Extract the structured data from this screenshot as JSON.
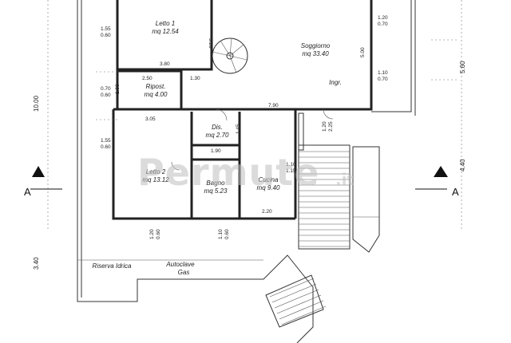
{
  "rooms": {
    "letto1": {
      "name": "Letto 1",
      "area": "mq 12.54"
    },
    "soggiorno": {
      "name": "Soggiorno",
      "area": "mq 33.40"
    },
    "ripost": {
      "name": "Ripost.",
      "area": "mq 4.00"
    },
    "dis": {
      "name": "Dis.",
      "area": "mq 2.70"
    },
    "letto2": {
      "name": "Letto 2",
      "area": "mq 13.12"
    },
    "bagno": {
      "name": "Bagno",
      "area": "mq 5.23"
    },
    "cucina": {
      "name": "Cucina",
      "area": "mq 9.40"
    },
    "ingr": {
      "name": "Ingr."
    }
  },
  "labels": {
    "riserva": "Riserva Idrica",
    "autoclave": "Autoclave",
    "gas": "Gas"
  },
  "section_marks": {
    "left": "A",
    "right": "A"
  },
  "dimensions": {
    "d_155_060_top": [
      "1.55",
      "0.60"
    ],
    "d_120_070": [
      "1.20",
      "0.70"
    ],
    "d_110_070": [
      "1.10",
      "0.70"
    ],
    "d_070_060": [
      "0.70",
      "0.60"
    ],
    "d_155_060_mid": [
      "1.55",
      "0.60"
    ],
    "d_120_225": [
      "1.20",
      "2.25"
    ],
    "d_120_060_bottom": [
      "1.20",
      "0.60"
    ],
    "d_110_060_bottom": [
      "1.10",
      "0.60"
    ],
    "d_110_115": [
      "1.10",
      "1.15"
    ],
    "d_380": "3.80",
    "d_250": "2.50",
    "d_130": "1.30",
    "d_320": "3.20",
    "d_190": "1.90",
    "d_790": "7.90",
    "d_305": "3.05",
    "d_145": "1.45",
    "d_190b": "1.90",
    "d_220": "2.20",
    "d_500": "5.00",
    "d_560": "5.60",
    "d_440": "4.40",
    "d_1000": "10.00",
    "d_340": "3.40"
  },
  "watermark": {
    "main": "Permute",
    "suffix": ".it"
  }
}
